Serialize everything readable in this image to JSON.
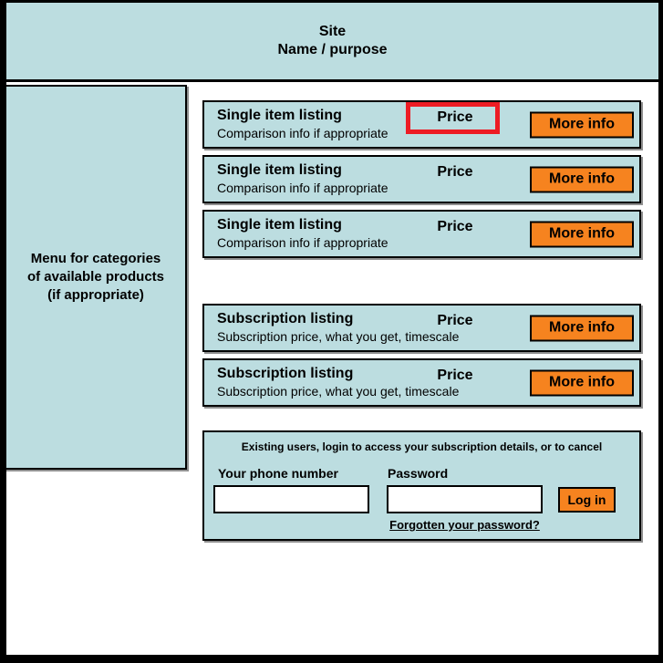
{
  "header": {
    "line1": "Site",
    "line2": "Name / purpose"
  },
  "sidebar": {
    "line1": "Menu for categories",
    "line2": "of available products",
    "line3": "(if appropriate)"
  },
  "listings": {
    "single_items": [
      {
        "title": "Single item listing",
        "subtitle": "Comparison info if appropriate",
        "price_label": "Price",
        "button_label": "More info",
        "price_highlighted": true
      },
      {
        "title": "Single item listing",
        "subtitle": "Comparison info if appropriate",
        "price_label": "Price",
        "button_label": "More info",
        "price_highlighted": false
      },
      {
        "title": "Single item listing",
        "subtitle": "Comparison info if appropriate",
        "price_label": "Price",
        "button_label": "More info",
        "price_highlighted": false
      }
    ],
    "subscriptions": [
      {
        "title": "Subscription listing",
        "subtitle": "Subscription price, what you get, timescale",
        "price_label": "Price",
        "button_label": "More info"
      },
      {
        "title": "Subscription listing",
        "subtitle": "Subscription price, what you get, timescale",
        "price_label": "Price",
        "button_label": "More info"
      }
    ]
  },
  "login": {
    "heading": "Existing users, login to access your subscription details, or to cancel",
    "phone_label": "Your phone number",
    "phone_value": "",
    "password_label": "Password",
    "password_value": "",
    "login_button_label": "Log in",
    "forgot_link_label": "Forgotten your password?"
  },
  "colors": {
    "panel_teal": "#bcdde0",
    "accent_orange": "#f6831f",
    "highlight_red": "#ed1c24",
    "border_black": "#000000"
  }
}
